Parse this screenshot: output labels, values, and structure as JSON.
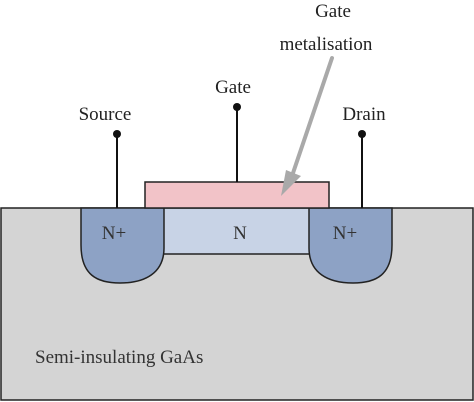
{
  "labels": {
    "source": "Source",
    "gate": "Gate",
    "drain": "Drain",
    "gate_metal_line1": "Gate",
    "gate_metal_line2": "metalisation",
    "n_plus_left": "N+",
    "n_channel": "N",
    "n_plus_right": "N+",
    "substrate": "Semi-insulating GaAs"
  },
  "colors": {
    "substrate": "#d4d4d4",
    "n_channel": "#c8d3e6",
    "n_plus": "#8da2c5",
    "gate_metal": "#f2c3c8",
    "arrow": "#a9a9a9",
    "lead": "#111111"
  }
}
